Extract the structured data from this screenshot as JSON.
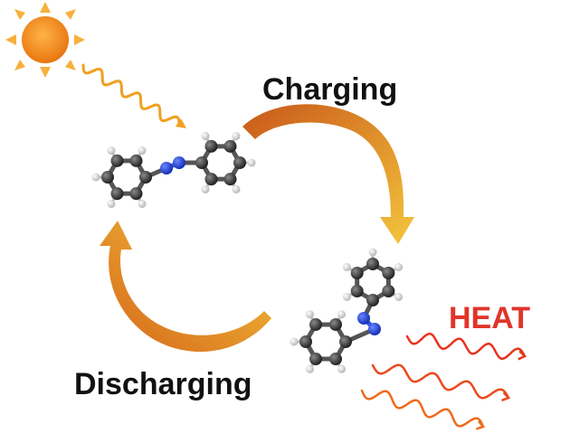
{
  "labels": {
    "charging": "Charging",
    "discharging": "Discharging",
    "heat": "HEAT"
  },
  "colors": {
    "sun_core": "#f08a1c",
    "sun_rays": "#f6b13a",
    "light_wave": "#f0a020",
    "arrow_dark": "#d5661a",
    "arrow_light": "#f3c23a",
    "heat_text": "#e0352b",
    "heat_wave_red": "#e8331f",
    "heat_wave_orange": "#f08a1c",
    "atom_carbon": "#3a3a3a",
    "atom_nitrogen": "#1f3fd6",
    "atom_hydrogen": "#e6e6e6",
    "text_dark": "#111111"
  },
  "icons": {
    "sun": "sun-icon",
    "light": "light-wave-icon",
    "heat": "heat-wave-icon"
  }
}
